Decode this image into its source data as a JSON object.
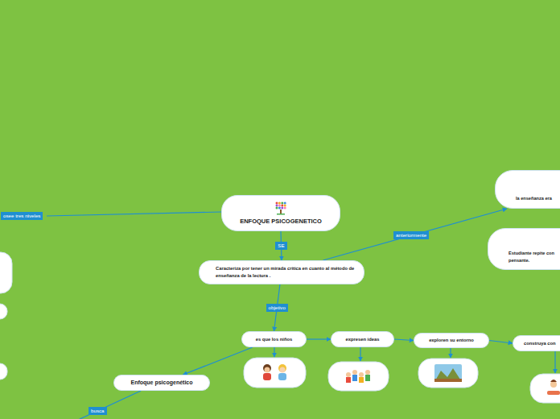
{
  "diagram": {
    "nodes": [
      {
        "text": [
          "ENFOQUE PSICOGENETICO"
        ]
      },
      {
        "text": [
          "Caracteriza por tener un mirada critica en cuanto al método de enseñanza de la lectura ."
        ]
      },
      {
        "text": [
          "la enseñanza era"
        ]
      },
      {
        "text": [
          "Estudiante repite con pensante."
        ]
      },
      {
        "text": [
          "es que los niños"
        ]
      },
      {
        "text": [
          "expresen  ideas"
        ]
      },
      {
        "text": [
          "exploren su entorno"
        ]
      },
      {
        "text": [
          "construya con"
        ]
      },
      {
        "text": [
          "Enfoque psicogenético"
        ]
      }
    ],
    "edges": [
      {
        "from": 0,
        "to": 1,
        "label": "SE",
        "arrow": "to"
      },
      {
        "from": 1,
        "to": 4,
        "label": "objetivo",
        "arrow": "to"
      },
      {
        "from": 1,
        "to": 2,
        "label": "anteriormente",
        "arrow": "to"
      },
      {
        "from": 4,
        "to": 5,
        "arrow": "to"
      },
      {
        "from": 5,
        "to": 6,
        "arrow": "to"
      },
      {
        "from": 6,
        "to": 7,
        "arrow": "to"
      },
      {
        "from": 4,
        "to": 8,
        "arrow": "to"
      }
    ],
    "labels": [
      "osee tres niveles",
      "busca"
    ]
  }
}
